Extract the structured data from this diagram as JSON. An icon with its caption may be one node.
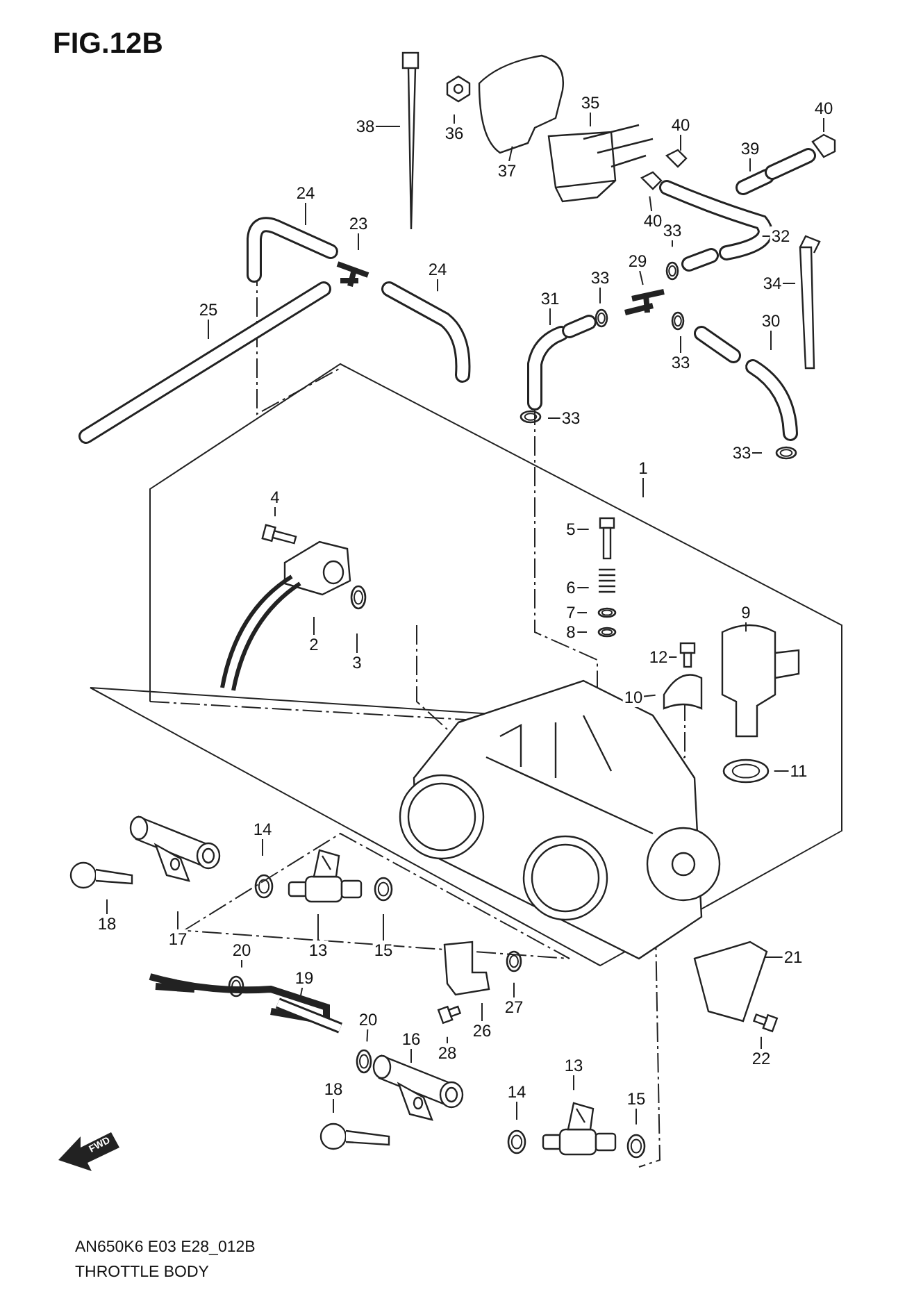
{
  "diagram": {
    "title": "FIG.12B",
    "nodes": [
      {
        "text": [
          "38"
        ]
      },
      {
        "text": [
          "35"
        ]
      },
      {
        "text": [
          "36"
        ]
      },
      {
        "text": [
          "40"
        ]
      },
      {
        "text": [
          "40"
        ]
      },
      {
        "text": [
          "39"
        ]
      },
      {
        "text": [
          "37"
        ]
      },
      {
        "text": [
          "24"
        ]
      },
      {
        "text": [
          "23"
        ]
      },
      {
        "text": [
          "40"
        ]
      },
      {
        "text": [
          "32"
        ]
      },
      {
        "text": [
          "33"
        ]
      },
      {
        "text": [
          "29"
        ]
      },
      {
        "text": [
          "24"
        ]
      },
      {
        "text": [
          "33"
        ]
      },
      {
        "text": [
          "34"
        ]
      },
      {
        "text": [
          "31"
        ]
      },
      {
        "text": [
          "25"
        ]
      },
      {
        "text": [
          "30"
        ]
      },
      {
        "text": [
          "33"
        ]
      },
      {
        "text": [
          "33"
        ]
      },
      {
        "text": [
          "33"
        ]
      },
      {
        "text": [
          "1"
        ]
      },
      {
        "text": [
          "4"
        ]
      },
      {
        "text": [
          "5"
        ]
      },
      {
        "text": [
          "6"
        ]
      },
      {
        "text": [
          "7"
        ]
      },
      {
        "text": [
          "8"
        ]
      },
      {
        "text": [
          "9"
        ]
      },
      {
        "text": [
          "2"
        ]
      },
      {
        "text": [
          "12"
        ]
      },
      {
        "text": [
          "3"
        ]
      },
      {
        "text": [
          "10"
        ]
      },
      {
        "text": [
          "11"
        ]
      },
      {
        "text": [
          "14"
        ]
      },
      {
        "text": [
          "18"
        ]
      },
      {
        "text": [
          "17"
        ]
      },
      {
        "text": [
          "13"
        ]
      },
      {
        "text": [
          "15"
        ]
      },
      {
        "text": [
          "20"
        ]
      },
      {
        "text": [
          "21"
        ]
      },
      {
        "text": [
          "19"
        ]
      },
      {
        "text": [
          "27"
        ]
      },
      {
        "text": [
          "20"
        ]
      },
      {
        "text": [
          "26"
        ]
      },
      {
        "text": [
          "16"
        ]
      },
      {
        "text": [
          "28"
        ]
      },
      {
        "text": [
          "22"
        ]
      },
      {
        "text": [
          "13"
        ]
      },
      {
        "text": [
          "18"
        ]
      },
      {
        "text": [
          "14"
        ]
      },
      {
        "text": [
          "15"
        ]
      }
    ],
    "edges": [
      {
        "from": 0,
        "to": null,
        "arrow": "none"
      },
      {
        "from": 1,
        "to": null,
        "arrow": "none"
      },
      {
        "from": 2,
        "to": null,
        "arrow": "none"
      },
      {
        "from": 3,
        "to": null,
        "arrow": "none"
      },
      {
        "from": 4,
        "to": null,
        "arrow": "none"
      },
      {
        "from": 5,
        "to": null,
        "arrow": "none"
      },
      {
        "from": 6,
        "to": null,
        "arrow": "none"
      },
      {
        "from": 7,
        "to": null,
        "arrow": "none"
      },
      {
        "from": 8,
        "to": null,
        "arrow": "none"
      },
      {
        "from": 9,
        "to": null,
        "arrow": "none"
      },
      {
        "from": 10,
        "to": null,
        "arrow": "none"
      },
      {
        "from": 11,
        "to": null,
        "arrow": "none"
      },
      {
        "from": 12,
        "to": null,
        "arrow": "none"
      },
      {
        "from": 13,
        "to": null,
        "arrow": "none"
      },
      {
        "from": 14,
        "to": null,
        "arrow": "none"
      },
      {
        "from": 15,
        "to": null,
        "arrow": "none"
      },
      {
        "from": 16,
        "to": null,
        "arrow": "none"
      },
      {
        "from": 17,
        "to": null,
        "arrow": "none"
      },
      {
        "from": 18,
        "to": null,
        "arrow": "none"
      },
      {
        "from": 19,
        "to": null,
        "arrow": "none"
      },
      {
        "from": 20,
        "to": null,
        "arrow": "none"
      },
      {
        "from": 21,
        "to": null,
        "arrow": "none"
      },
      {
        "from": 22,
        "to": null,
        "arrow": "none"
      },
      {
        "from": 23,
        "to": null,
        "arrow": "none"
      },
      {
        "from": 24,
        "to": null,
        "arrow": "none"
      },
      {
        "from": 25,
        "to": null,
        "arrow": "none"
      },
      {
        "from": 26,
        "to": null,
        "arrow": "none"
      },
      {
        "from": 27,
        "to": null,
        "arrow": "none"
      },
      {
        "from": 28,
        "to": null,
        "arrow": "none"
      },
      {
        "from": 29,
        "to": null,
        "arrow": "none"
      },
      {
        "from": 30,
        "to": null,
        "arrow": "none"
      },
      {
        "from": 31,
        "to": null,
        "arrow": "none"
      },
      {
        "from": 32,
        "to": null,
        "arrow": "none"
      },
      {
        "from": 33,
        "to": null,
        "arrow": "none"
      },
      {
        "from": 34,
        "to": null,
        "arrow": "none"
      },
      {
        "from": 35,
        "to": null,
        "arrow": "none"
      },
      {
        "from": 36,
        "to": null,
        "arrow": "none"
      },
      {
        "from": 37,
        "to": null,
        "arrow": "none"
      },
      {
        "from": 38,
        "to": null,
        "arrow": "none"
      },
      {
        "from": 39,
        "to": null,
        "arrow": "none"
      },
      {
        "from": 40,
        "to": null,
        "arrow": "none"
      },
      {
        "from": 41,
        "to": null,
        "arrow": "none"
      },
      {
        "from": 42,
        "to": null,
        "arrow": "none"
      },
      {
        "from": 43,
        "to": null,
        "arrow": "none"
      },
      {
        "from": 44,
        "to": null,
        "arrow": "none"
      },
      {
        "from": 45,
        "to": null,
        "arrow": "none"
      },
      {
        "from": 46,
        "to": null,
        "arrow": "none"
      },
      {
        "from": 47,
        "to": null,
        "arrow": "none"
      },
      {
        "from": 48,
        "to": null,
        "arrow": "none"
      },
      {
        "from": 49,
        "to": null,
        "arrow": "none"
      },
      {
        "from": 50,
        "to": null,
        "arrow": "none"
      },
      {
        "from": 51,
        "to": null,
        "arrow": "none"
      }
    ],
    "labels": [
      "FWD",
      "AN650K6 E03 E28_012B",
      "THROTTLE BODY"
    ]
  }
}
